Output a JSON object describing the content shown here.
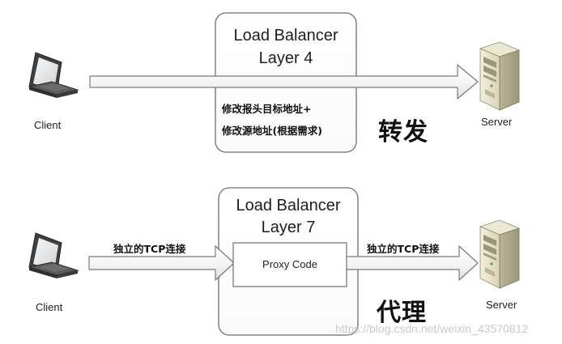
{
  "top": {
    "balancer_title_line1": "Load Balancer",
    "balancer_title_line2": "Layer 4",
    "note_line1": "修改报头目标地址+",
    "note_line2": "修改源地址(根据需求)",
    "mode_label": "转发",
    "client_label": "Client",
    "server_label": "Server"
  },
  "bottom": {
    "balancer_title_line1": "Load Balancer",
    "balancer_title_line2": "Layer 7",
    "proxy_label": "Proxy Code",
    "conn_left_label": "独立的TCP连接",
    "conn_right_label": "独立的TCP连接",
    "mode_label": "代理",
    "client_label": "Client",
    "server_label": "Server"
  },
  "watermark": "https://blog.csdn.net/weixin_43570812",
  "icons": {
    "client": "laptop-icon",
    "server": "server-tower-icon"
  },
  "colors": {
    "box_stroke": "#6e6e6e",
    "arrow_stroke": "#7a7a7a",
    "laptop_body": "#4a4a4a",
    "server_body": "#e4e0c8"
  }
}
